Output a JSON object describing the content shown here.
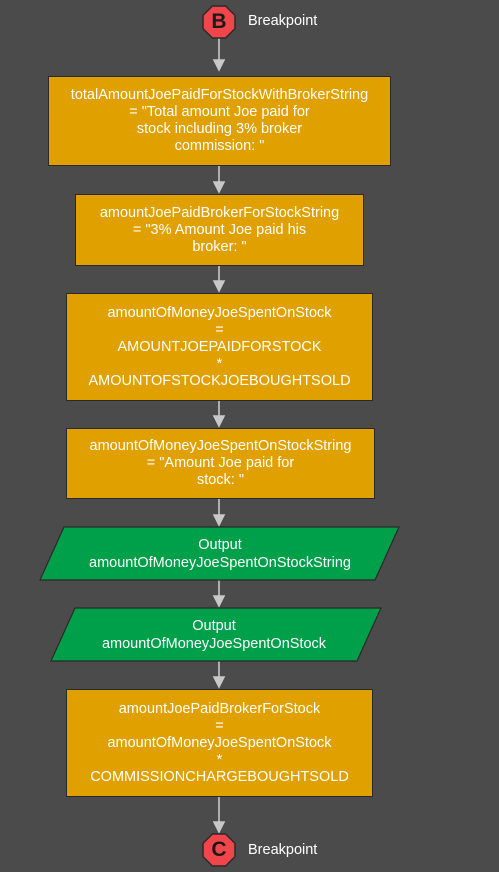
{
  "start": {
    "letter": "B",
    "label": "Breakpoint"
  },
  "steps": [
    {
      "type": "process",
      "text": "totalAmountJoePaidForStockWithBrokerString\n= \"Total amount Joe paid for\nstock including 3% broker\ncommission: \""
    },
    {
      "type": "process",
      "text": "amountJoePaidBrokerForStockString\n= \"3% Amount Joe paid his\nbroker: \""
    },
    {
      "type": "process",
      "text": "amountOfMoneyJoeSpentOnStock\n=\nAMOUNTJOEPAIDFORSTOCK\n*\nAMOUNTOFSTOCKJOEBOUGHTSOLD"
    },
    {
      "type": "process",
      "text": "amountOfMoneyJoeSpentOnStockString\n= \"Amount Joe paid for\nstock: \""
    },
    {
      "type": "output",
      "label": "Output",
      "value": "amountOfMoneyJoeSpentOnStockString"
    },
    {
      "type": "output",
      "label": "Output",
      "value": "amountOfMoneyJoeSpentOnStock"
    },
    {
      "type": "process",
      "text": "amountJoePaidBrokerForStock\n=\namountOfMoneyJoeSpentOnStock\n*\nCOMMISSIONCHARGEBOUGHTSOLD"
    }
  ],
  "end": {
    "letter": "C",
    "label": "Breakpoint"
  },
  "colors": {
    "background": "#4b4b4b",
    "process": "#e0a000",
    "output": "#00a04a",
    "breakpoint": "#f0464b",
    "connector": "#c8c8c8"
  }
}
